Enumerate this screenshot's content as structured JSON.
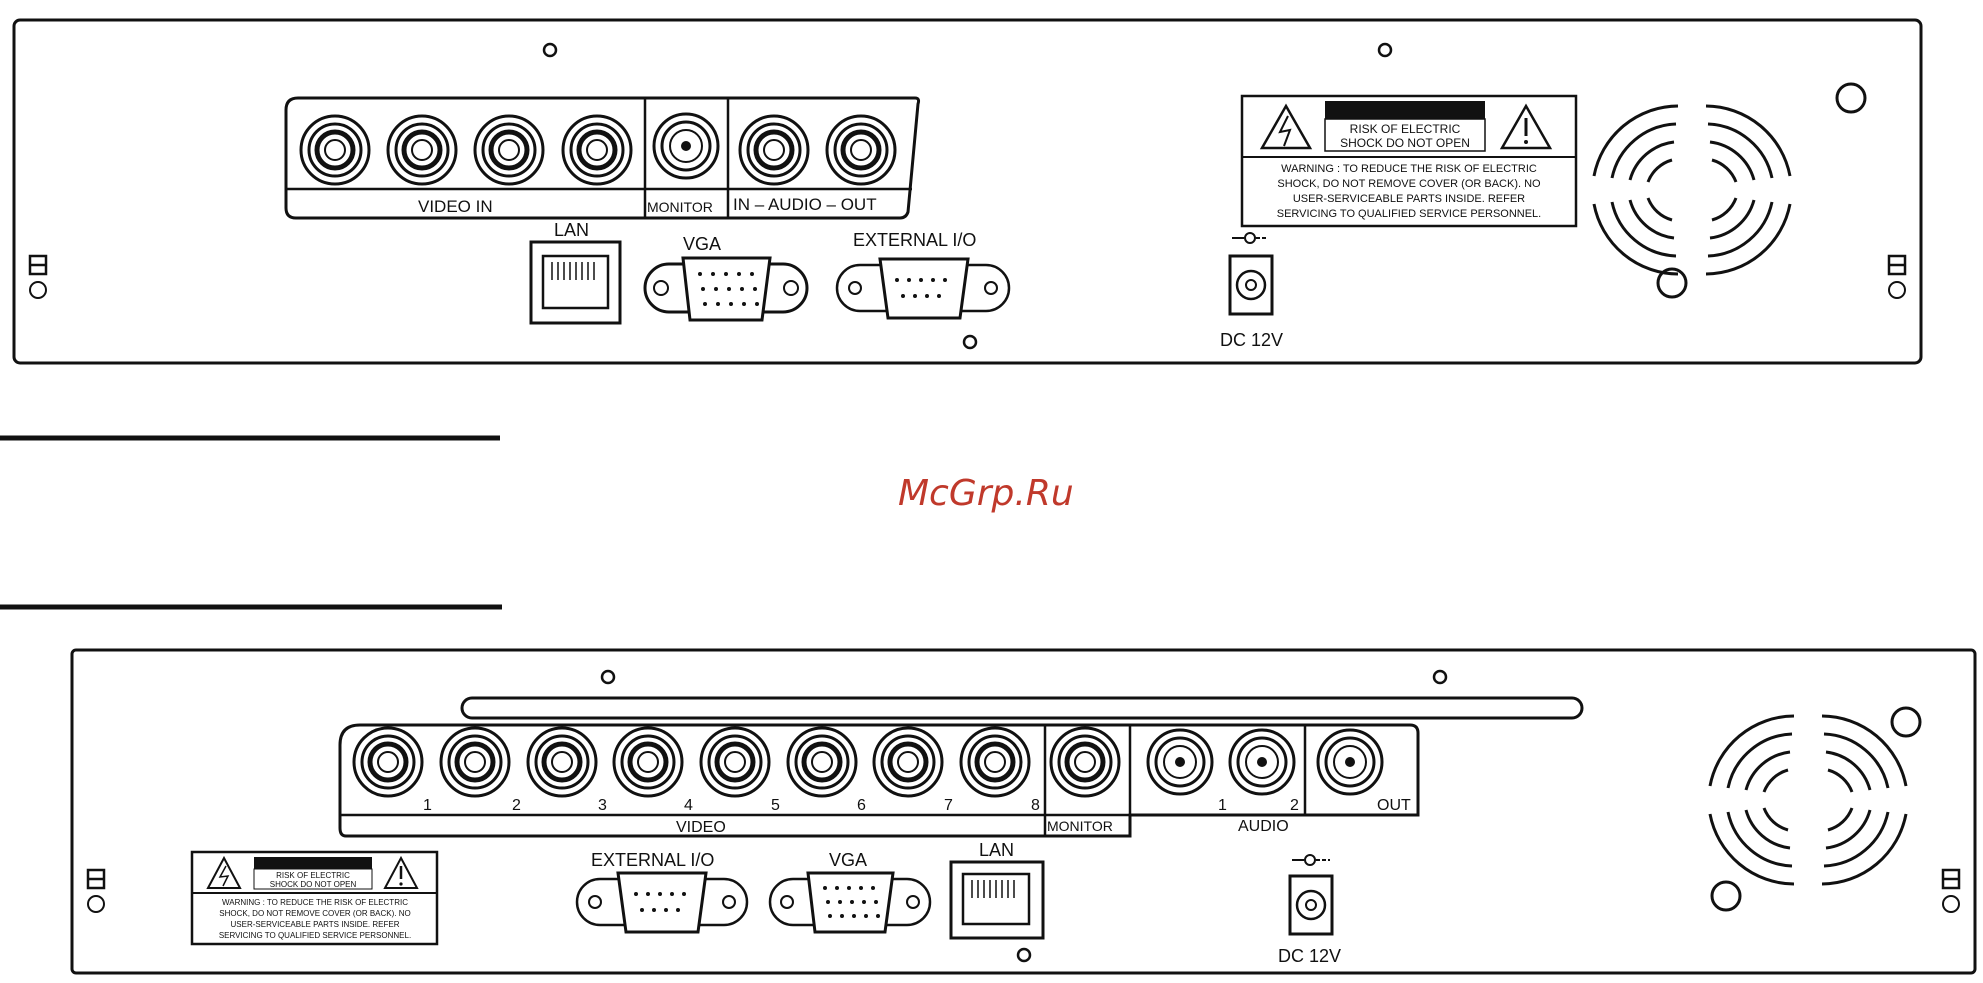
{
  "watermark": "McGrp.Ru",
  "panel_top": {
    "labels": {
      "video_in": "VIDEO    IN",
      "monitor": "MONITOR",
      "audio": "IN – AUDIO – OUT",
      "lan": "LAN",
      "vga": "VGA",
      "external_io": "EXTERNAL I/O",
      "dc": "DC 12V"
    },
    "warning": {
      "line1": "RISK OF ELECTRIC",
      "line2": "SHOCK DO NOT OPEN",
      "body1": "WARNING : TO REDUCE THE RISK OF ELECTRIC",
      "body2": "SHOCK, DO NOT REMOVE COVER (OR BACK). NO",
      "body3": "USER-SERVICEABLE PARTS INSIDE. REFER",
      "body4": "SERVICING TO QUALIFIED SERVICE PERSONNEL."
    }
  },
  "panel_bottom": {
    "labels": {
      "ch1": "1",
      "ch2": "2",
      "ch3": "3",
      "ch4": "4",
      "ch5": "5",
      "ch6": "6",
      "ch7": "7",
      "ch8": "8",
      "video": "VIDEO",
      "monitor": "MONITOR",
      "audio": "AUDIO",
      "a1": "1",
      "a2": "2",
      "out": "OUT",
      "external_io": "EXTERNAL I/O",
      "vga": "VGA",
      "lan": "LAN",
      "dc": "DC 12V"
    },
    "warning": {
      "line1": "RISK OF ELECTRIC",
      "line2": "SHOCK DO NOT OPEN",
      "body1": "WARNING : TO REDUCE THE RISK OF ELECTRIC",
      "body2": "SHOCK, DO NOT REMOVE COVER (OR BACK). NO",
      "body3": "USER-SERVICEABLE PARTS INSIDE. REFER",
      "body4": "SERVICING TO QUALIFIED SERVICE PERSONNEL."
    }
  }
}
